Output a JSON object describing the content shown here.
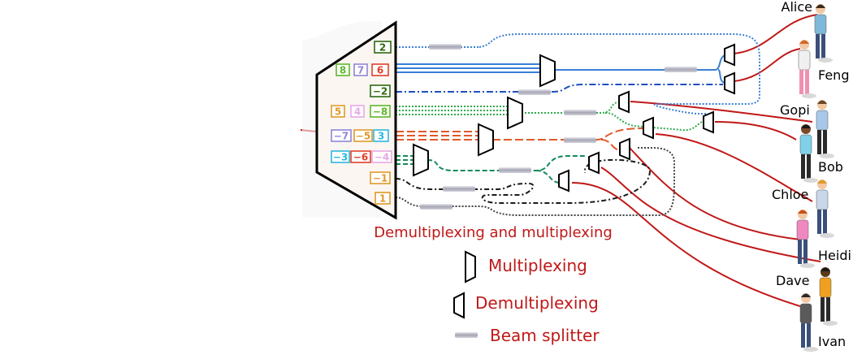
{
  "users": [
    "Alice",
    "Feng",
    "Gopi",
    "Bob",
    "Chloe",
    "Heidi",
    "Dave",
    "Ivan"
  ],
  "channel_boxes": [
    {
      "label": "2",
      "color": "#2e6b12"
    },
    {
      "label": "8",
      "color": "#5fb82a"
    },
    {
      "label": "7",
      "color": "#8f86d9"
    },
    {
      "label": "6",
      "color": "#e0402a"
    },
    {
      "label": "−2",
      "color": "#2e6b12"
    },
    {
      "label": "5",
      "color": "#e09a2a"
    },
    {
      "label": "4",
      "color": "#e6a8e6"
    },
    {
      "label": "−8",
      "color": "#5fb82a"
    },
    {
      "label": "−7",
      "color": "#8f86d9"
    },
    {
      "label": "−5",
      "color": "#e09a2a"
    },
    {
      "label": "3",
      "color": "#2ab8e0"
    },
    {
      "label": "−3",
      "color": "#2ab8e0"
    },
    {
      "label": "−6",
      "color": "#e0402a"
    },
    {
      "label": "−4",
      "color": "#e6a8e6"
    },
    {
      "label": "−1",
      "color": "#e09a2a"
    },
    {
      "label": "1",
      "color": "#e09a2a"
    }
  ],
  "labels": {
    "title": "Demultiplexing and multiplexing",
    "multiplexing": "Multiplexing",
    "demultiplexing": "Demultiplexing",
    "beam_splitter": "Beam splitter"
  },
  "colors": {
    "fiber": "#c01818",
    "legend_text": "#c01818",
    "blue": "#3a7fd5",
    "dark_blue": "#1f4fc0",
    "green": "#2eab4f",
    "orange": "#e0592a",
    "dark_green": "#138a5a",
    "black": "#1a1a1a",
    "dark_gray": "#404040"
  }
}
